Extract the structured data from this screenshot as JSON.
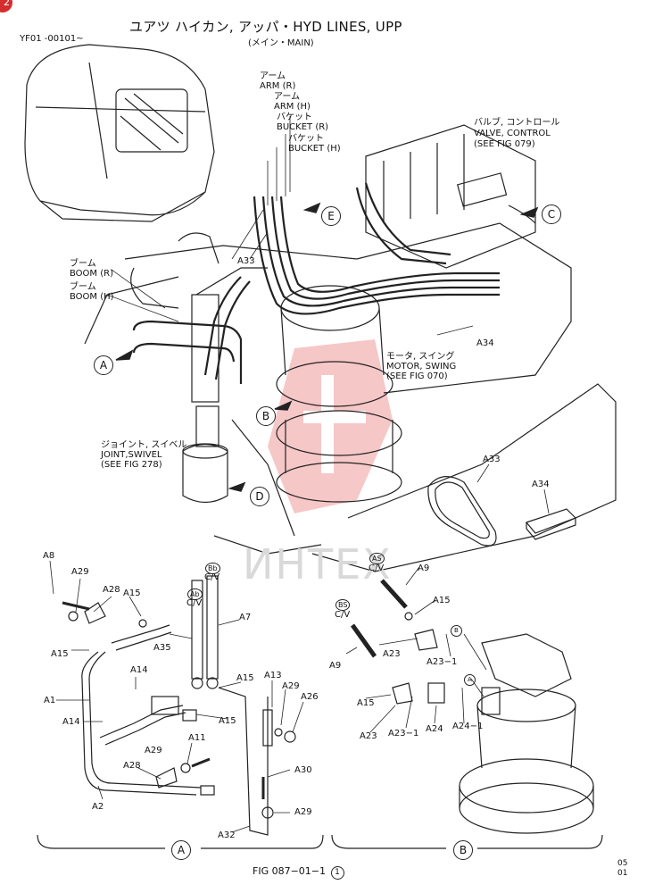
{
  "header": {
    "code": "YF01 -00101~",
    "title": "ユアツ ハイカン, アッパ・HYD LINES, UPP",
    "subtitle": "(メイン・MAIN)"
  },
  "watermark": "ИНТЕХ",
  "labels": {
    "arm_r": [
      "アーム",
      "ARM (R)"
    ],
    "arm_h": [
      "アーム",
      "ARM (H)"
    ],
    "bucket_r": [
      "バケット",
      "BUCKET (R)"
    ],
    "bucket_h": [
      "バケット",
      "BUCKET (H)"
    ],
    "valve": [
      "バルブ, コントロール",
      "VALVE, CONTROL",
      "(SEE FIG 079)"
    ],
    "boom_r": [
      "ブーム",
      "BOOM (R)"
    ],
    "boom_h": [
      "ブーム",
      "BOOM (H)"
    ],
    "motor": [
      "モータ, スイング",
      "MOTOR, SWING",
      "(SEE FIG 070)"
    ],
    "joint": [
      "ジョイント, スイベル",
      "JOINT,SWIVEL",
      "(SEE FIG 278)"
    ]
  },
  "parts": {
    "a33_top": "A33",
    "a34_top": "A34",
    "a33": "A33",
    "a34": "A34",
    "a8": "A8",
    "a29a": "A29",
    "a28a": "A28",
    "a15a": "A15",
    "a15b": "A15",
    "a35": "A35",
    "a7": "A7",
    "a14a": "A14",
    "a1": "A1",
    "a14b": "A14",
    "a15c": "A15",
    "a15d": "A15",
    "a13": "A13",
    "a29b": "A29",
    "a26": "A26",
    "a11": "A11",
    "a29c": "A29",
    "a28b": "A28",
    "a2": "A2",
    "a30": "A30",
    "a29d": "A29",
    "a32": "A32",
    "a9a": "A9",
    "a15e": "A15",
    "a23a": "A23",
    "a231a": "A23−1",
    "a9b": "A9",
    "a15f": "A15",
    "a23b": "A23",
    "a231b": "A23−1",
    "a24": "A24",
    "a241": "A24−1"
  },
  "cv": {
    "ab": "Ab",
    "bb": "Bb",
    "cv1": "C/V",
    "cv2": "C/V",
    "as": "AS",
    "bs": "BS",
    "cv3": "C/V",
    "cv4": "C/V",
    "a_small": "A",
    "b_small": "B"
  },
  "callouts": {
    "a": "A",
    "b": "B",
    "c": "C",
    "d": "D",
    "e": "E"
  },
  "sections": {
    "a": "A",
    "b": "B"
  },
  "footer": {
    "fig": "FIG 087−01−1",
    "fig_num": "1",
    "page1": "05",
    "page2": "01"
  },
  "corner_badge": "2"
}
